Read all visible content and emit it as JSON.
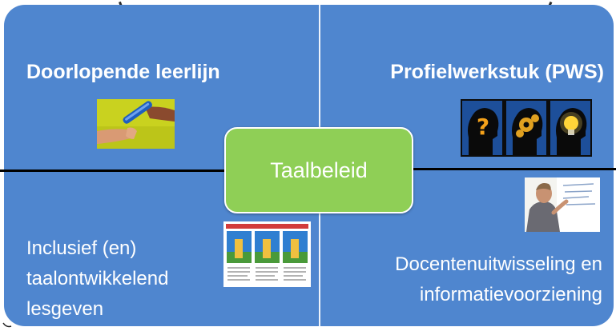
{
  "diagram": {
    "center": {
      "label": "Taalbeleid"
    },
    "quadrants": {
      "top_left": {
        "title": "Doorlopende leerlijn",
        "image": "relay-baton-handoff"
      },
      "top_right": {
        "title": "Profielwerkstuk (PWS)",
        "image": "three-heads-question-gears-lightbulb"
      },
      "bottom_left": {
        "lines": [
          "Inclusief (en)",
          "taalontwikkelend",
          "lesgeven"
        ],
        "image": "illustrated-worksheet"
      },
      "bottom_right": {
        "lines": [
          "Docentenuitwisseling en",
          "informatievoorziening"
        ],
        "image": "teacher-at-whiteboard"
      }
    },
    "colors": {
      "panel": "#4f86cf",
      "center": "#8fcf56",
      "text": "#ffffff"
    }
  }
}
